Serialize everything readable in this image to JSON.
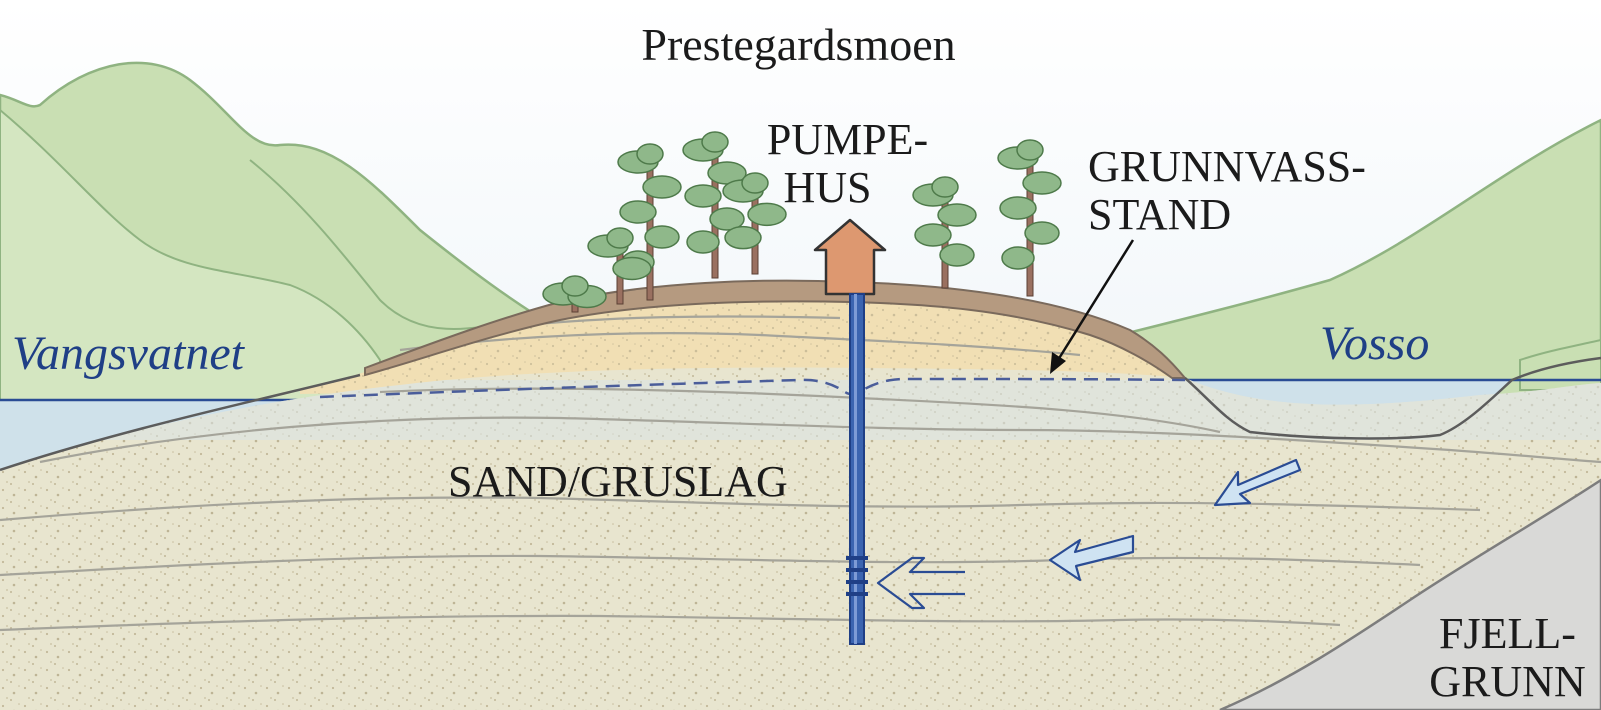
{
  "title": "Prestegardsmoen",
  "labels": {
    "pumphouse_line1": "PUMPE-",
    "pumphouse_line2": "HUS",
    "groundwater_line1": "GRUNNVASS-",
    "groundwater_line2": "STAND",
    "lake": "Vangsvatnet",
    "river": "Vosso",
    "aquifer": "SAND/GRUSLAG",
    "bedrock_line1": "FJELL-",
    "bedrock_line2": "GRUNN"
  },
  "colors": {
    "sky": "#eef4f8",
    "mountain": "#c9dfb3",
    "mountain_line": "#8fb381",
    "sand_dry": "#f1dfb4",
    "sand_saturated": "#e6e3cc",
    "topsoil": "#b59a80",
    "water": "#cfe1ea",
    "water_text": "#1f3f86",
    "pipe": "#3b64b0",
    "pumphouse": "#dd9870",
    "bedrock": "#d9d9d7",
    "flow_arrow": "#cfe3f2"
  },
  "icons": [
    "tree-icon",
    "pump-house-icon",
    "well-pipe-icon",
    "flow-arrow-icon"
  ]
}
